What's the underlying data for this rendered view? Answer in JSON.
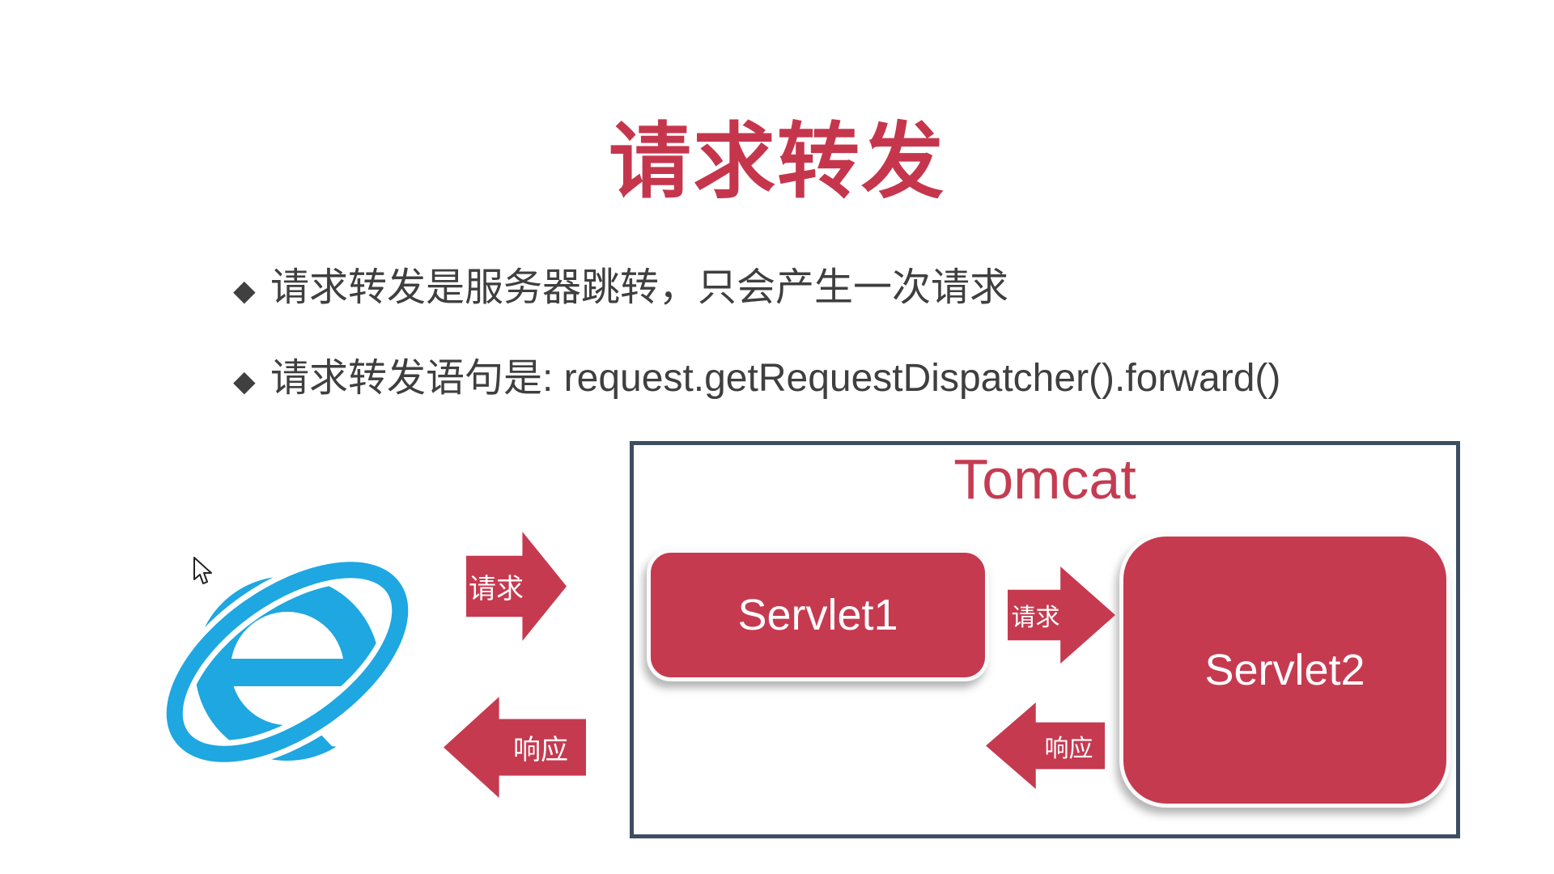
{
  "title": "请求转发",
  "bullets": [
    {
      "marker": "◆",
      "text": "请求转发是服务器跳转，只会产生一次请求"
    },
    {
      "marker": "◆",
      "text": "请求转发语句是: request.getRequestDispatcher().forward()"
    }
  ],
  "diagram": {
    "container_label": "Tomcat",
    "servlet1_label": "Servlet1",
    "servlet2_label": "Servlet2",
    "arrows": {
      "request_browser_to_tomcat": "请求",
      "response_tomcat_to_browser": "响应",
      "request_servlet1_to_servlet2": "请求",
      "response_servlet2_out": "响应"
    },
    "browser_icon": "internet-explorer-logo"
  },
  "colors": {
    "accent_red": "#C63A50",
    "title_red": "#C5364D",
    "text_gray": "#3F3F3F",
    "tomcat_border_navy": "#3D4E63",
    "ie_blue": "#1EA7E1",
    "background": "#FFFFFF"
  }
}
